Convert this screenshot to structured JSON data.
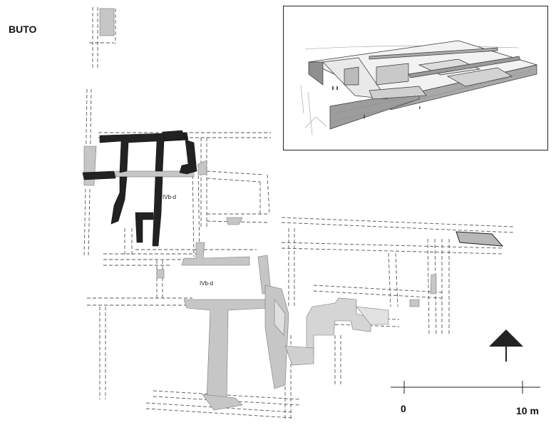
{
  "site_title": "BUTO",
  "phase_labels": {
    "upper": "IVb-d",
    "lower": "IVb-d"
  },
  "scale": {
    "start_label": "0",
    "end_label": "10 m"
  },
  "icons": {
    "north_arrow": "north-arrow-icon"
  },
  "colors": {
    "excavated_wall": "#222222",
    "restored_wall": "#c6c6c6",
    "reconstructed_line": "#555555"
  }
}
